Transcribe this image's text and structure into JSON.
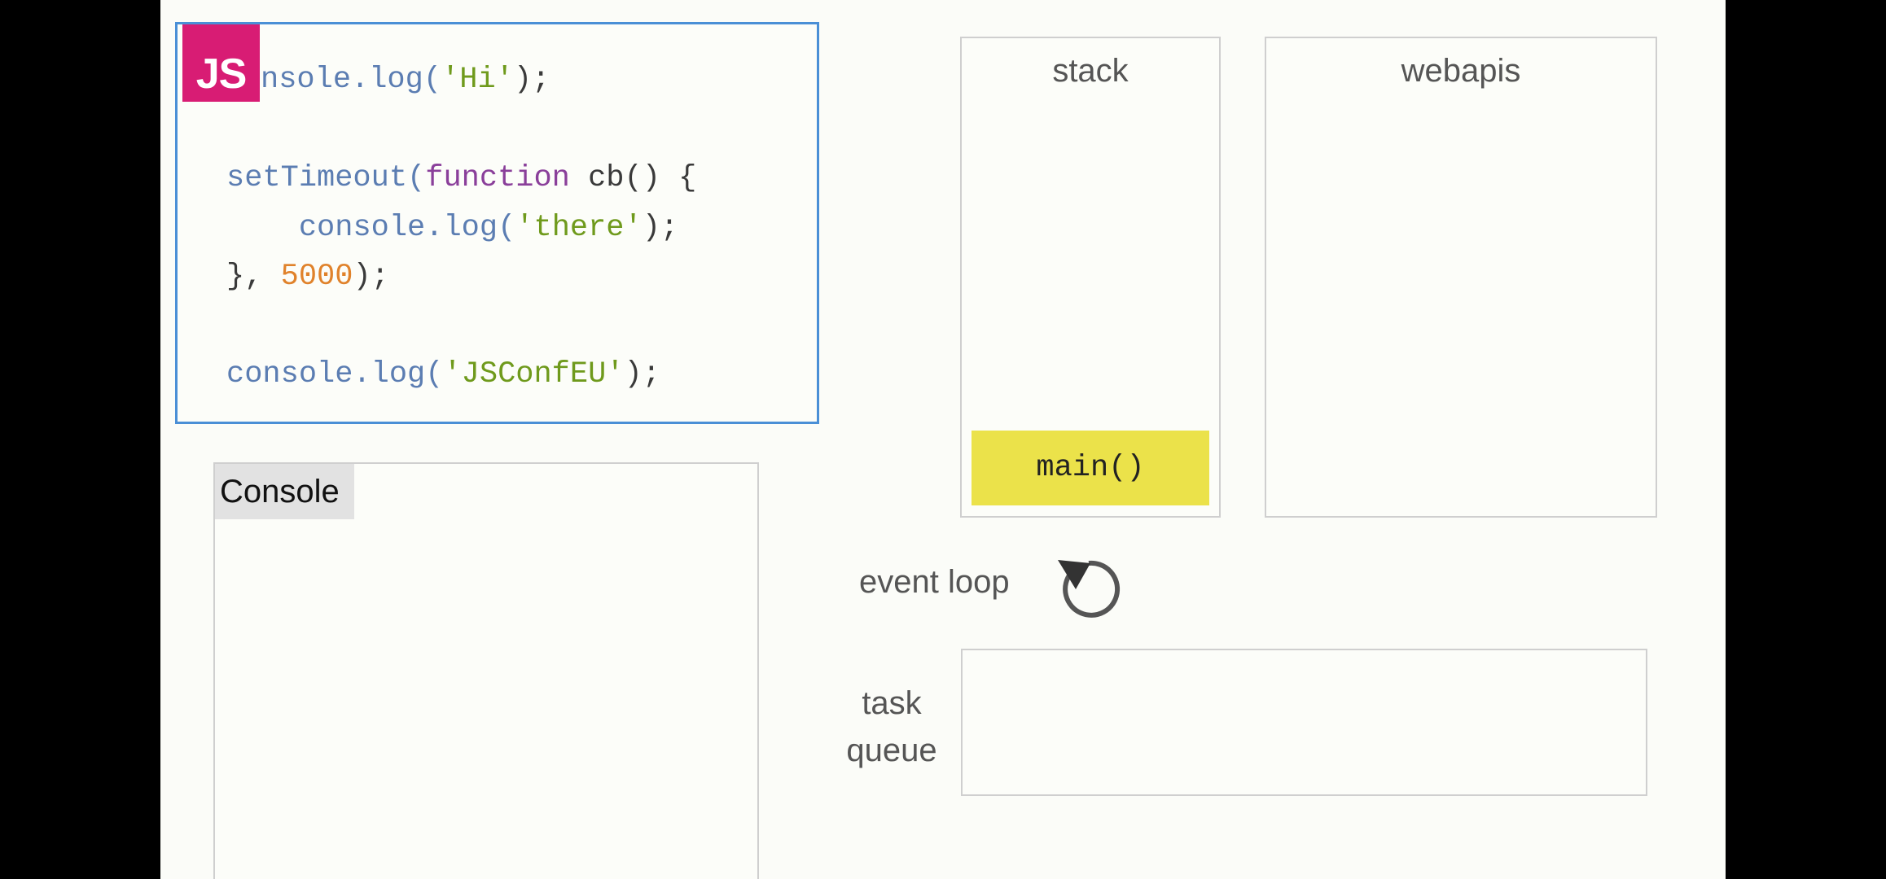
{
  "code": {
    "badge": "JS",
    "line1": {
      "fn": "console.log(",
      "str": "'Hi'",
      "end": ");"
    },
    "line1_visible_prefix": "nsole.log(",
    "line2": {
      "fn": "setTimeout(",
      "kw": "function",
      "rest": " cb() {"
    },
    "line3": {
      "fn": "console.log(",
      "str": "'there'",
      "end": ");"
    },
    "line4": {
      "start": "}, ",
      "num": "5000",
      "end": ");"
    },
    "line5": {
      "fn": "console.log(",
      "str": "'JSConfEU'",
      "end": ");"
    }
  },
  "console": {
    "title": "Console"
  },
  "stack": {
    "title": "stack",
    "frames": [
      "main()"
    ]
  },
  "webapis": {
    "title": "webapis"
  },
  "event_loop": {
    "label": "event loop",
    "icon": "rotate-arrow-icon"
  },
  "task_queue": {
    "label_line1": "task",
    "label_line2": "queue"
  },
  "colors": {
    "badge": "#d81c74",
    "frame": "#ebe24a",
    "code_border": "#4a8fd6",
    "string": "#6f9a1c",
    "keyword": "#8a3f9a",
    "number": "#e0822b",
    "function": "#5b7db2"
  }
}
